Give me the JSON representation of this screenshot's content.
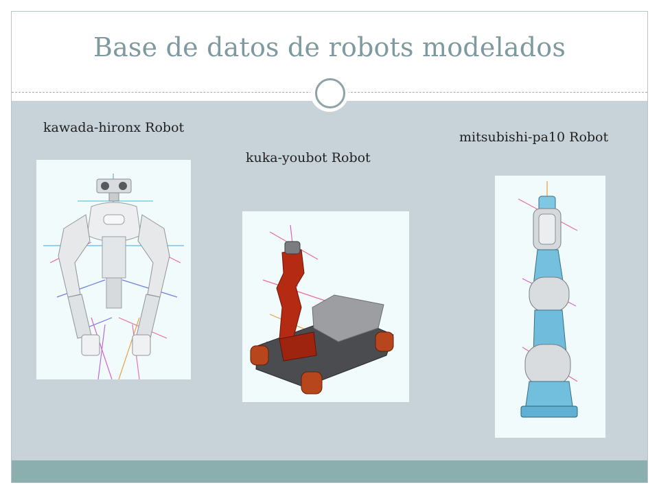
{
  "slide": {
    "title": "Base de datos de robots modelados"
  },
  "robots": [
    {
      "label": "kawada-hironx Robot",
      "icon": "hironx-robot-render"
    },
    {
      "label": "kuka-youbot Robot",
      "icon": "youbot-robot-render"
    },
    {
      "label": "mitsubishi-pa10 Robot",
      "icon": "pa10-robot-render"
    }
  ],
  "colors": {
    "title": "#7e9a9e",
    "content_bg": "#c8d3d9",
    "footer_bar": "#8baeae",
    "panel_bg": "#f2fbfc"
  }
}
